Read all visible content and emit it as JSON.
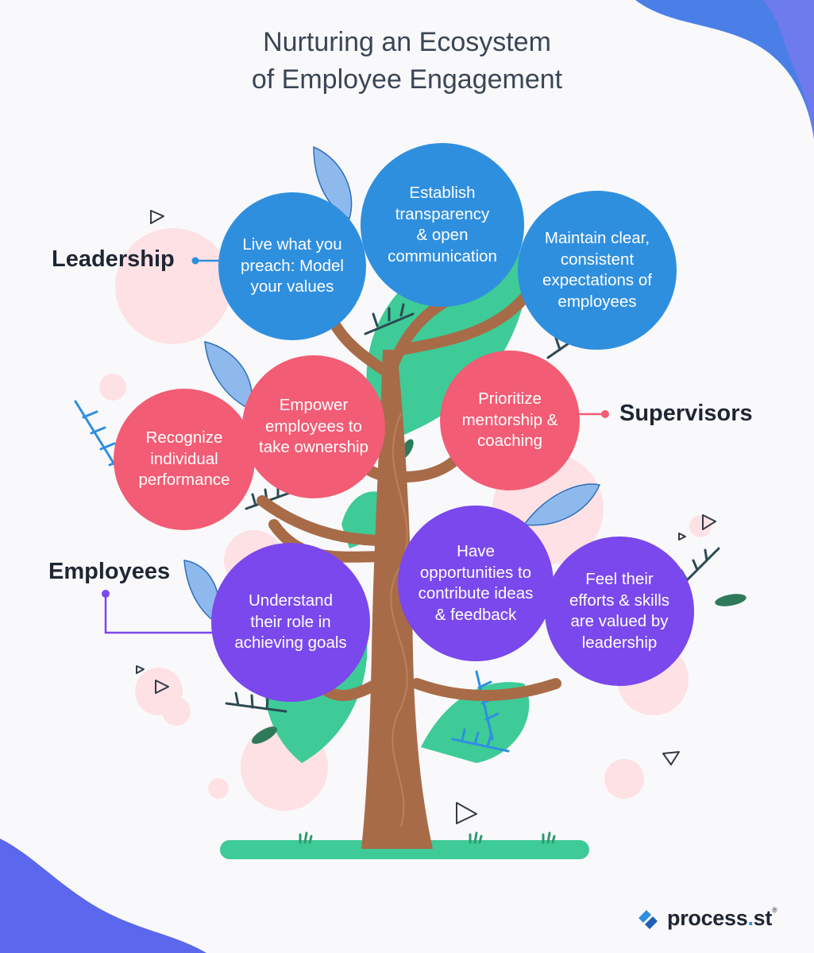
{
  "title": {
    "line1": "Nurturing an Ecosystem",
    "line2": "of Employee Engagement"
  },
  "groups": {
    "leadership": "Leadership",
    "supervisors": "Supervisors",
    "employees": "Employees"
  },
  "bubbles": {
    "leadership": [
      [
        "Live what you",
        "preach: Model",
        "your values"
      ],
      [
        "Establish",
        "transparency",
        "& open",
        "communication"
      ],
      [
        "Maintain clear,",
        "consistent",
        "expectations of",
        "employees"
      ]
    ],
    "supervisors": [
      [
        "Recognize",
        "individual",
        "performance"
      ],
      [
        "Empower",
        "employees to",
        "take ownership"
      ],
      [
        "Prioritize",
        "mentorship &",
        "coaching"
      ]
    ],
    "employees": [
      [
        "Understand",
        "their role in",
        "achieving goals"
      ],
      [
        "Have",
        "opportunities to",
        "contribute ideas",
        "& feedback"
      ],
      [
        "Feel their",
        "efforts & skills",
        "are valued by",
        "leadership"
      ]
    ]
  },
  "colors": {
    "leadership": "#2f8fdf",
    "supervisors": "#f25c74",
    "employees": "#7a48ec",
    "trunk": "#a86b48",
    "ground": "#3ecb97"
  },
  "logo": {
    "name": "process",
    "dot": ".",
    "suffix": "st",
    "mark": "®"
  }
}
